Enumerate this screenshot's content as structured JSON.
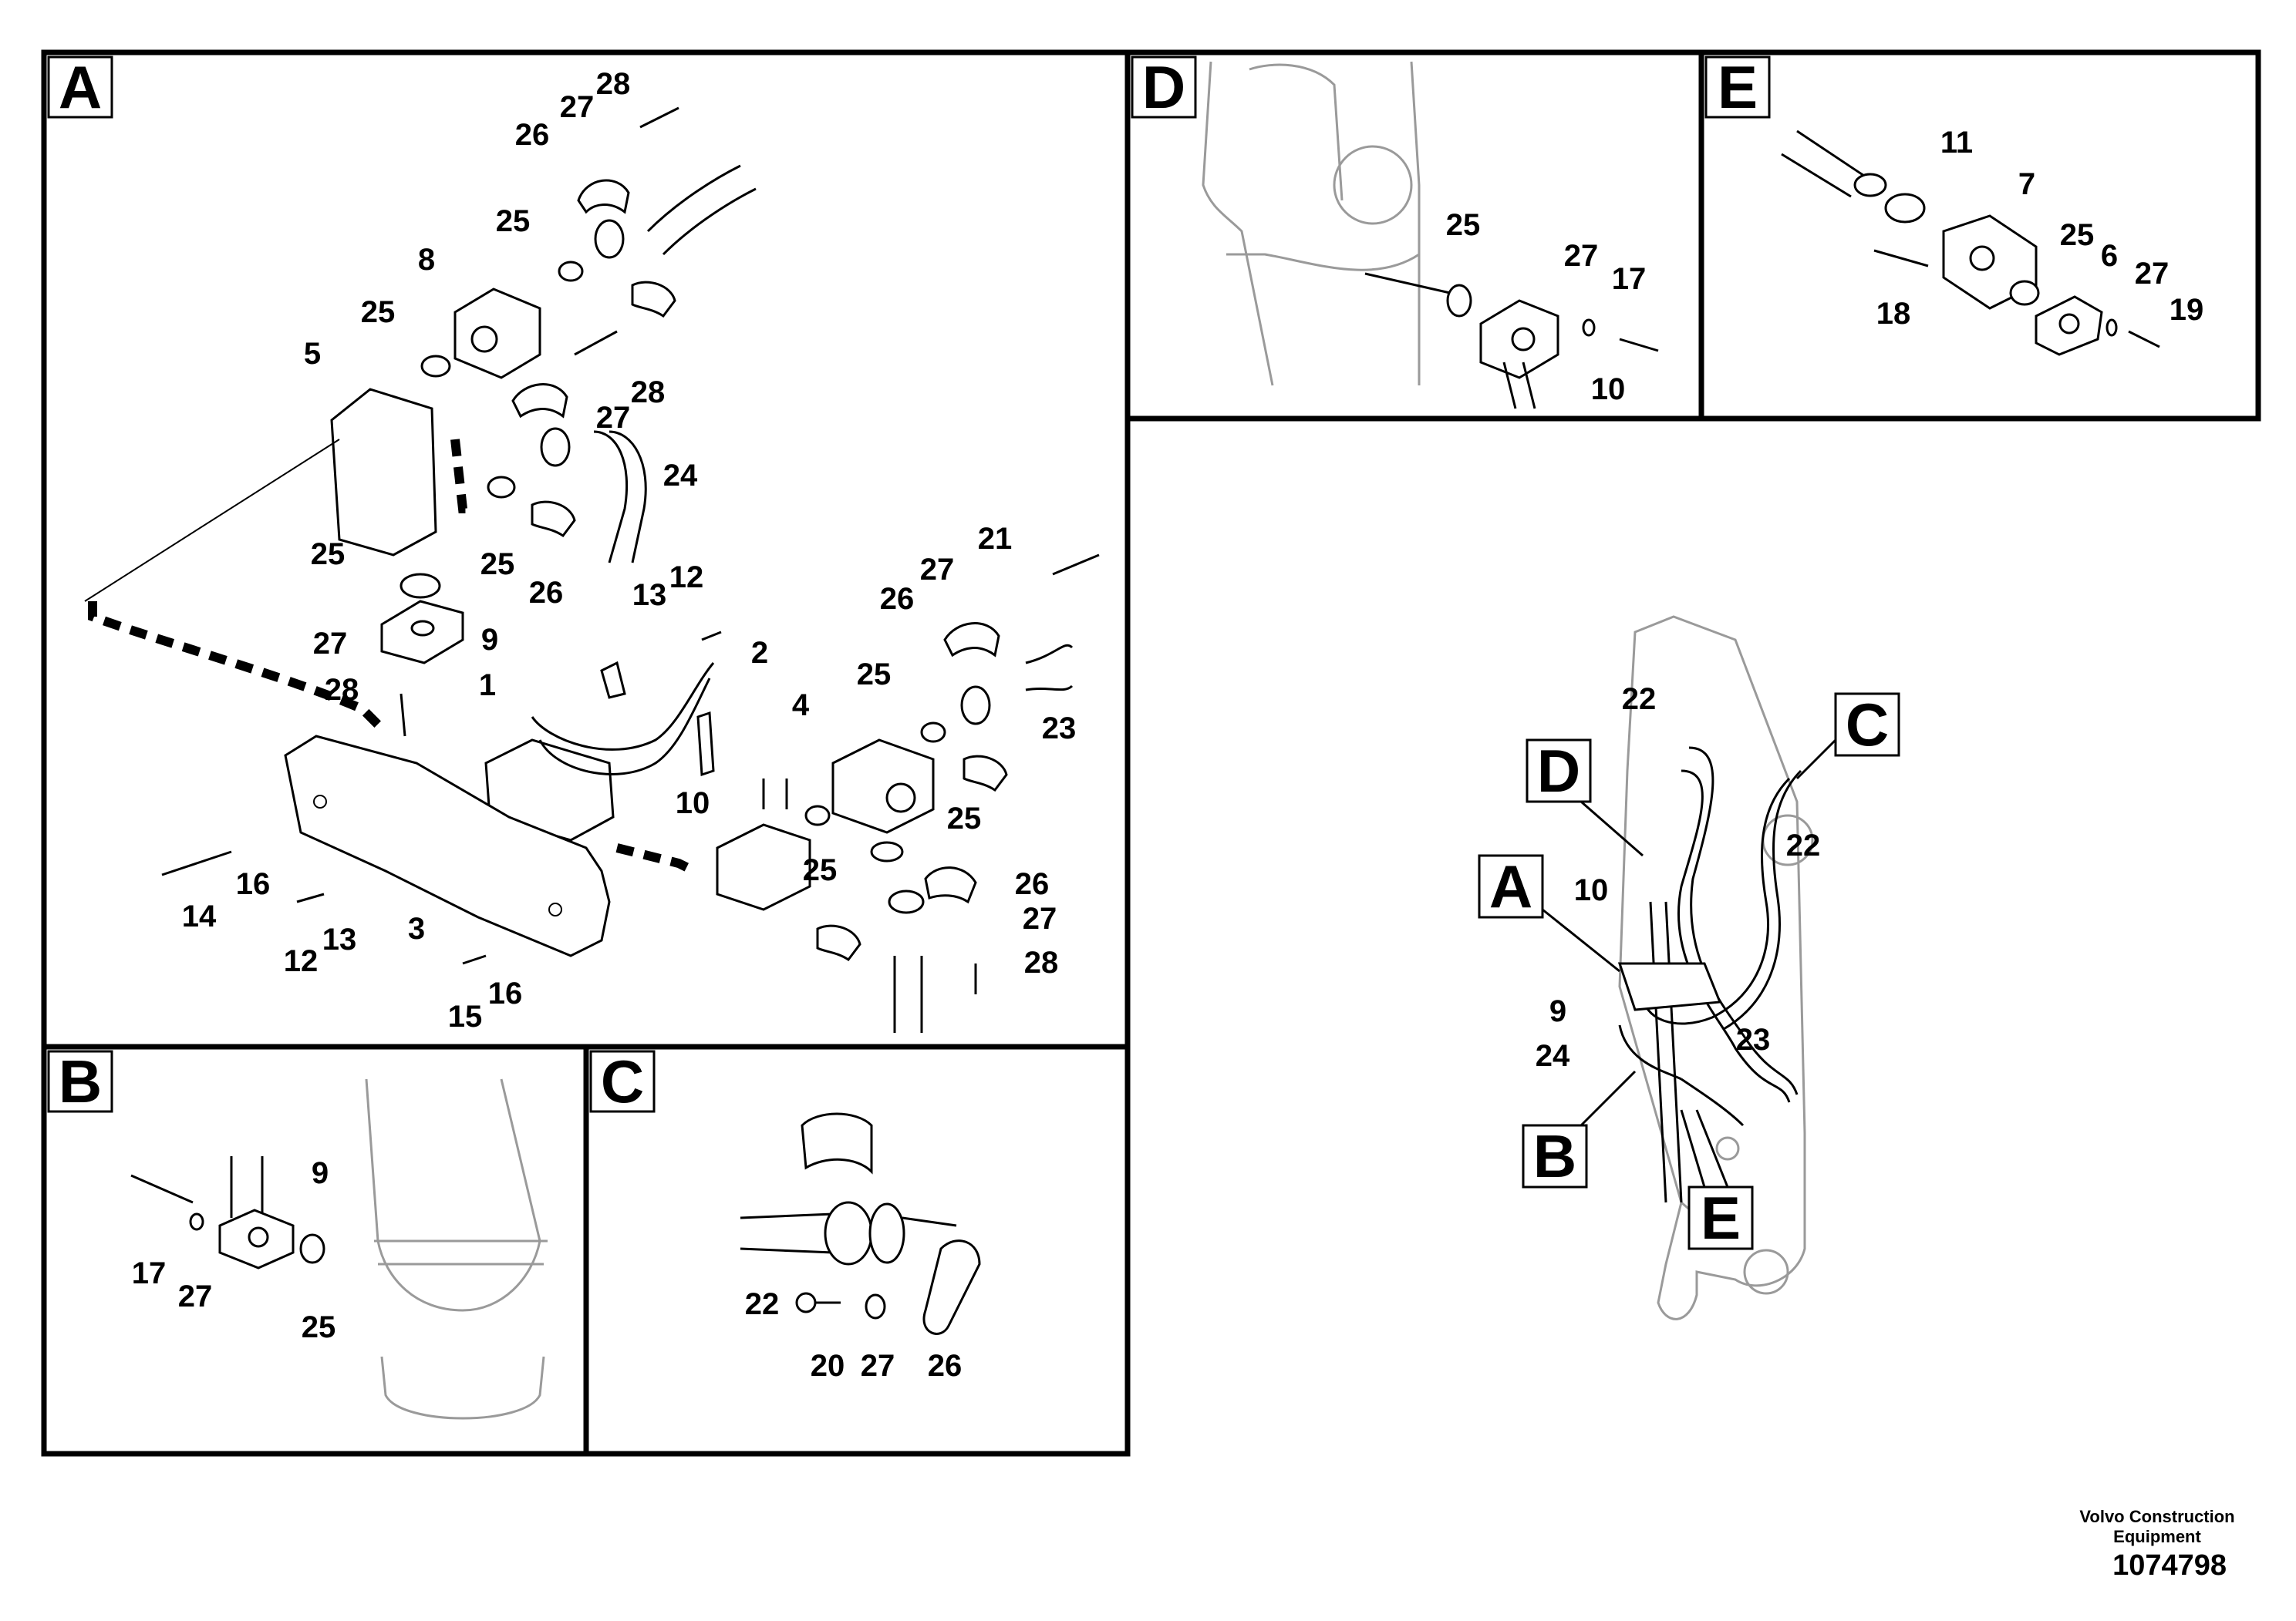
{
  "panels": {
    "A": "A",
    "B": "B",
    "C": "C",
    "D": "D",
    "E": "E"
  },
  "callouts": {
    "A": [
      "28",
      "27",
      "26",
      "25",
      "8",
      "25",
      "5",
      "28",
      "27",
      "24",
      "25",
      "26",
      "25",
      "27",
      "9",
      "28",
      "13",
      "12",
      "2",
      "1",
      "21",
      "27",
      "26",
      "23",
      "25",
      "4",
      "10",
      "25",
      "25",
      "26",
      "27",
      "28",
      "14",
      "16",
      "12",
      "13",
      "3",
      "15",
      "16"
    ],
    "B": [
      "9",
      "17",
      "27",
      "25"
    ],
    "C": [
      "22",
      "20",
      "27",
      "26"
    ],
    "D": [
      "25",
      "27",
      "17",
      "10"
    ],
    "E": [
      "11",
      "7",
      "18",
      "25",
      "6",
      "27",
      "19"
    ],
    "overview": [
      "22",
      "22",
      "10",
      "9",
      "24",
      "23"
    ]
  },
  "overview_labels": [
    "D",
    "C",
    "A",
    "B",
    "E"
  ],
  "footer": {
    "company": "Volvo Construction Equipment",
    "doc_number": "1074798"
  }
}
